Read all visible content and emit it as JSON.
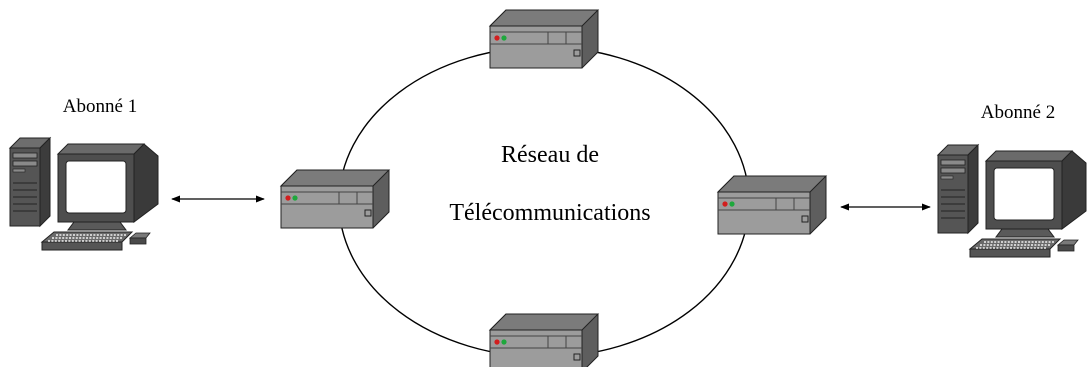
{
  "diagram": {
    "subscribers": [
      {
        "label": "Abonné 1"
      },
      {
        "label": "Abonné 2"
      }
    ],
    "network": {
      "line1": "Réseau de",
      "line2": "Télécommunications"
    },
    "nodes": [
      "top",
      "left",
      "right",
      "bottom"
    ],
    "icons": {
      "computer": "desktop-computer-icon",
      "node": "network-switch-icon",
      "link": "double-arrow-icon"
    },
    "colors": {
      "device_top": "#7b7b7b",
      "device_front": "#9c9c9c",
      "device_side": "#5e5e5e",
      "led_red": "#d21e1e",
      "led_green": "#1ea83c",
      "line": "#000000",
      "screen": "#ffffff",
      "keyboard": "#555555"
    }
  }
}
